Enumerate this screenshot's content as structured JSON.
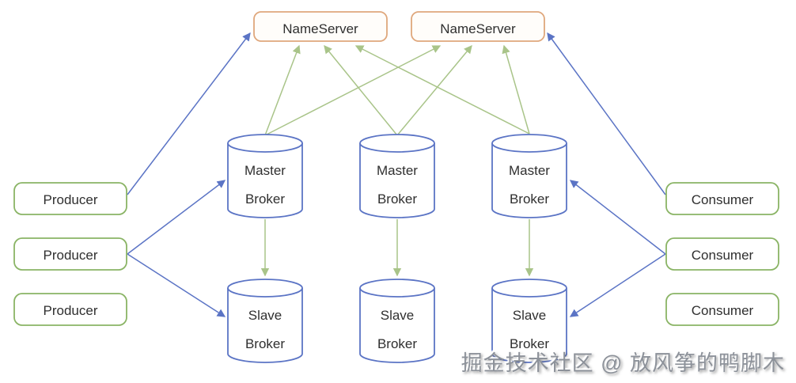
{
  "diagram": {
    "nameservers": [
      {
        "label": "NameServer"
      },
      {
        "label": "NameServer"
      }
    ],
    "master_brokers": [
      {
        "line1": "Master",
        "line2": "Broker"
      },
      {
        "line1": "Master",
        "line2": "Broker"
      },
      {
        "line1": "Master",
        "line2": "Broker"
      }
    ],
    "slave_brokers": [
      {
        "line1": "Slave",
        "line2": "Broker"
      },
      {
        "line1": "Slave",
        "line2": "Broker"
      },
      {
        "line1": "Slave",
        "line2": "Broker"
      }
    ],
    "producers": [
      {
        "label": "Producer"
      },
      {
        "label": "Producer"
      },
      {
        "label": "Producer"
      }
    ],
    "consumers": [
      {
        "label": "Consumer"
      },
      {
        "label": "Consumer"
      },
      {
        "label": "Consumer"
      }
    ],
    "edges": [
      {
        "from": "producer-1",
        "to": "nameserver-1",
        "color": "blue"
      },
      {
        "from": "producer-2",
        "to": "master-broker-1",
        "color": "blue"
      },
      {
        "from": "producer-2",
        "to": "slave-broker-1",
        "color": "blue"
      },
      {
        "from": "consumer-1",
        "to": "nameserver-2",
        "color": "blue"
      },
      {
        "from": "consumer-2",
        "to": "master-broker-3",
        "color": "blue"
      },
      {
        "from": "consumer-2",
        "to": "slave-broker-3",
        "color": "blue"
      },
      {
        "from": "master-broker-1",
        "to": "nameserver-1",
        "color": "green"
      },
      {
        "from": "master-broker-1",
        "to": "nameserver-2",
        "color": "green"
      },
      {
        "from": "master-broker-2",
        "to": "nameserver-1",
        "color": "green"
      },
      {
        "from": "master-broker-2",
        "to": "nameserver-2",
        "color": "green"
      },
      {
        "from": "master-broker-3",
        "to": "nameserver-1",
        "color": "green"
      },
      {
        "from": "master-broker-3",
        "to": "nameserver-2",
        "color": "green"
      },
      {
        "from": "master-broker-1",
        "to": "slave-broker-1",
        "color": "green"
      },
      {
        "from": "master-broker-2",
        "to": "slave-broker-2",
        "color": "green"
      },
      {
        "from": "master-broker-3",
        "to": "slave-broker-3",
        "color": "green"
      }
    ],
    "colors": {
      "arrow_blue": "#5b74c5",
      "arrow_green": "#a9c489",
      "nameserver_border": "#dfa77c",
      "producer_consumer_border": "#8ab465",
      "broker_border": "#5b74c5",
      "text": "#2f2f2f",
      "watermark_gray": "#8d929a"
    },
    "watermark": "掘金技术社区 @ 放风筝的鸭脚木"
  }
}
